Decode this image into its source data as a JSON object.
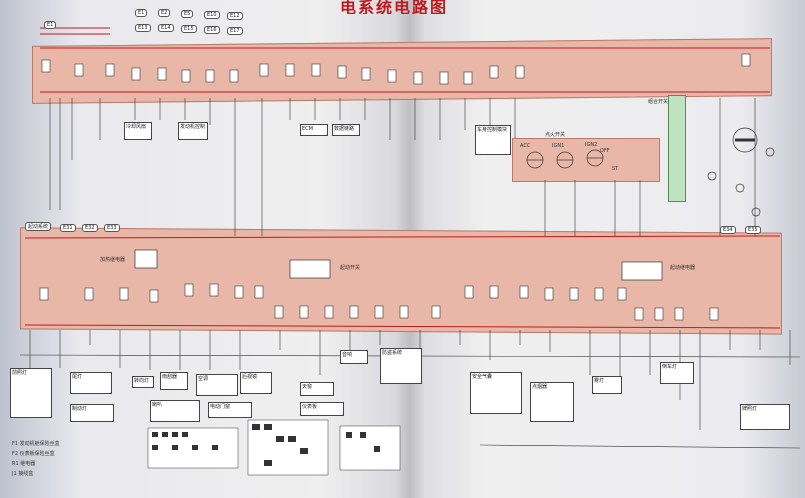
{
  "page": {
    "title": "电系统电路图"
  },
  "colors": {
    "band_fill": "#e8b7a7",
    "wire_red": "#c0181c",
    "wire_dark": "#333333",
    "relay_green": "#bfe3bf"
  },
  "top_bus": {
    "label": "E1",
    "connectors": [
      "E1",
      "E2",
      "E5",
      "E10",
      "E12",
      "E13",
      "E14",
      "E15",
      "E16",
      "E17"
    ]
  },
  "relays": {
    "mid_label": "起动开关",
    "right_label": "起动继电器",
    "left_label": "加热继电器",
    "center_label": "点火开关",
    "tail_label": "组合开关"
  },
  "lower_bus": {
    "label": "起动系统",
    "connectors": [
      "E31",
      "E32",
      "E33",
      "E34",
      "E35"
    ]
  },
  "top_notes": [
    "冷却风扇",
    "发动机控制",
    "ECM",
    "数据链路",
    "车身控制模块"
  ],
  "mid_notes": [
    "点火开关",
    "ACC",
    "IGN1",
    "IGN2",
    "ST",
    "OFF"
  ],
  "bottom_notes": [
    "前照灯",
    "尾灯",
    "制动灯",
    "转向灯",
    "雨刮器",
    "空调",
    "喇叭",
    "电动门窗",
    "后视镜",
    "天窗",
    "仪表板",
    "音响",
    "防盗系统",
    "安全气囊",
    "点烟器",
    "雾灯",
    "倒车灯",
    "牌照灯"
  ],
  "legend": [
    "F1 发动机舱保险丝盒",
    "F2 仪表板保险丝盒",
    "R1 继电器",
    "J1 接线盒"
  ]
}
